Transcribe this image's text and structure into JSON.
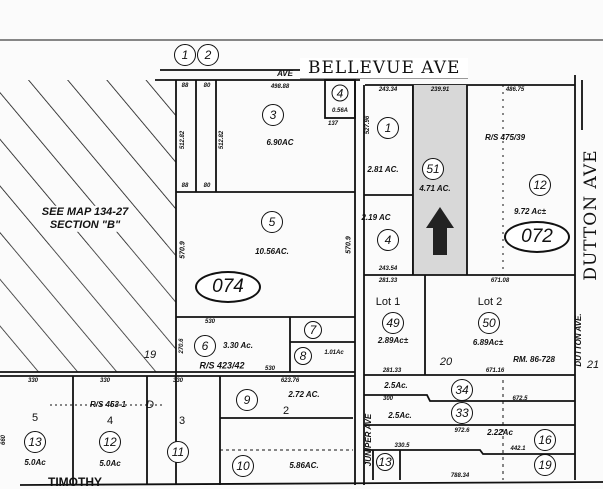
{
  "streets": {
    "bellevue": "BELLEVUE AVE",
    "ave_small": "AVE",
    "dutton": "DUTTON AVE",
    "dutton_small": "DUTTON AVE.",
    "juniper": "JUNIPER AVE",
    "timothy": "TIMOTHY"
  },
  "note": {
    "line1": "SEE MAP 134-27",
    "line2": "SECTION \"B\""
  },
  "book_pages": [
    "074",
    "072"
  ],
  "parcels": [
    {
      "number": "1"
    },
    {
      "number": "2"
    },
    {
      "number": "3",
      "acreage": "6.90AC"
    },
    {
      "number": "4",
      "acreage": "0.56A"
    },
    {
      "number": "5",
      "acreage": "10.56AC."
    },
    {
      "number": "1",
      "acreage": "2.81 AC."
    },
    {
      "number": "4",
      "acreage": "2.19 AC"
    },
    {
      "number": "51",
      "acreage": "4.71 AC."
    },
    {
      "number": "12",
      "acreage": "9.72 Ac±"
    },
    {
      "number": "49",
      "acreage": "2.89Ac±"
    },
    {
      "number": "50",
      "acreage": "6.89Ac±"
    },
    {
      "number": "6",
      "acreage": "3.30 Ac."
    },
    {
      "number": "7"
    },
    {
      "number": "8",
      "acreage": "1.01Ac"
    },
    {
      "number": "9",
      "acreage": "2.72 AC."
    },
    {
      "number": "10",
      "acreage": "5.86AC."
    },
    {
      "number": "11"
    },
    {
      "number": "12",
      "acreage": "5.0Ac"
    },
    {
      "number": "13",
      "acreage": "5.0Ac"
    },
    {
      "number": "34",
      "acreage": "2.5Ac."
    },
    {
      "number": "33",
      "acreage": "2.5Ac."
    },
    {
      "number": "16",
      "acreage": "2.22Ac"
    },
    {
      "number": "13"
    },
    {
      "number": "19"
    }
  ],
  "lots": [
    "Lot 1",
    "Lot 2"
  ],
  "tract_lots": [
    "19",
    "20",
    "21",
    "5",
    "4",
    "3",
    "2",
    "D"
  ],
  "record_surveys": [
    "R/S 475/39",
    "R/S 423/42",
    "R/S 453-1",
    "RM. 86-728"
  ],
  "dimensions": [
    "88",
    "80",
    "498.88",
    "512.82",
    "512.82",
    "88",
    "80",
    "137",
    "527.96",
    "243.34",
    "239.91",
    "486.75",
    "570.9",
    "570.9",
    "243.54",
    "530",
    "530",
    "270.6",
    "623.76",
    "330",
    "330",
    "330",
    "660",
    "281.33",
    "281.33",
    "671.08",
    "671.16",
    "300",
    "672.5",
    "972.6",
    "330.5",
    "788.34",
    "442.1"
  ]
}
